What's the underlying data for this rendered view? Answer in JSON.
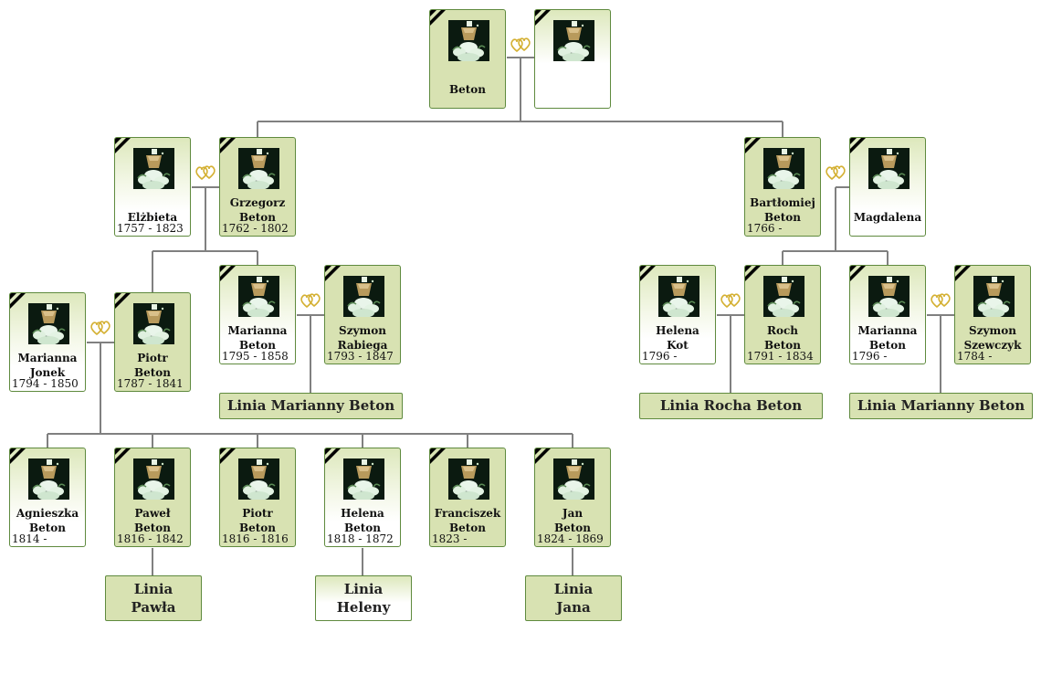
{
  "people": [
    {
      "id": "p1",
      "name": "Beton",
      "dates": "",
      "style": "male"
    },
    {
      "id": "p2",
      "name": "",
      "dates": "",
      "style": "plain"
    },
    {
      "id": "p3",
      "name": "Elżbieta",
      "dates": "1757 - 1823",
      "style": "female"
    },
    {
      "id": "p4",
      "name": "Grzegorz\nBeton",
      "dates": "1762 - 1802",
      "style": "male"
    },
    {
      "id": "p5",
      "name": "Bartłomiej\nBeton",
      "dates": "1766 -",
      "style": "male"
    },
    {
      "id": "p6",
      "name": "Magdalena",
      "dates": "",
      "style": "female"
    },
    {
      "id": "p7",
      "name": "Marianna\nJonek",
      "dates": "1794 - 1850",
      "style": "female"
    },
    {
      "id": "p8",
      "name": "Piotr\nBeton",
      "dates": "1787 - 1841",
      "style": "male"
    },
    {
      "id": "p9",
      "name": "Marianna\nBeton",
      "dates": "1795 - 1858",
      "style": "female"
    },
    {
      "id": "p10",
      "name": "Szymon\nRabiega",
      "dates": "1793 - 1847",
      "style": "male"
    },
    {
      "id": "p11",
      "name": "Helena\nKot",
      "dates": "1796 -",
      "style": "female"
    },
    {
      "id": "p12",
      "name": "Roch\nBeton",
      "dates": "1791 - 1834",
      "style": "male"
    },
    {
      "id": "p13",
      "name": "Marianna\nBeton",
      "dates": "1796 -",
      "style": "female"
    },
    {
      "id": "p14",
      "name": "Szymon\nSzewczyk",
      "dates": "1784 -",
      "style": "male"
    },
    {
      "id": "p15",
      "name": "Agnieszka\nBeton",
      "dates": "1814 -",
      "style": "female"
    },
    {
      "id": "p16",
      "name": "Paweł\nBeton",
      "dates": "1816 - 1842",
      "style": "male"
    },
    {
      "id": "p17",
      "name": "Piotr\nBeton",
      "dates": "1816 - 1816",
      "style": "male"
    },
    {
      "id": "p18",
      "name": "Helena\nBeton",
      "dates": "1818 - 1872",
      "style": "female"
    },
    {
      "id": "p19",
      "name": "Franciszek\nBeton",
      "dates": "1823 -",
      "style": "male"
    },
    {
      "id": "p20",
      "name": "Jan\nBeton",
      "dates": "1824 - 1869",
      "style": "male"
    }
  ],
  "lineage_links": [
    {
      "id": "l1",
      "label": "Linia Marianny Beton",
      "style": "dark"
    },
    {
      "id": "l2",
      "label": "Linia Rocha Beton",
      "style": "dark"
    },
    {
      "id": "l3",
      "label": "Linia Marianny Beton",
      "style": "dark"
    },
    {
      "id": "l4",
      "label": "Linia\nPawła",
      "style": "dark"
    },
    {
      "id": "l5",
      "label": "Linia\nHeleny",
      "style": "light"
    },
    {
      "id": "l6",
      "label": "Linia\nJana",
      "style": "dark"
    }
  ],
  "colors": {
    "connector": "#808080",
    "card_border": "#5f8a3e",
    "card_male": "#d8e2b2",
    "mourning_ribbon": "#000000",
    "heart": "#d4b032"
  },
  "icons": {
    "marriage": "two-hearts-icon",
    "deceased": "mourning-ribbon-icon",
    "photo": "candle-and-flowers-photo"
  }
}
